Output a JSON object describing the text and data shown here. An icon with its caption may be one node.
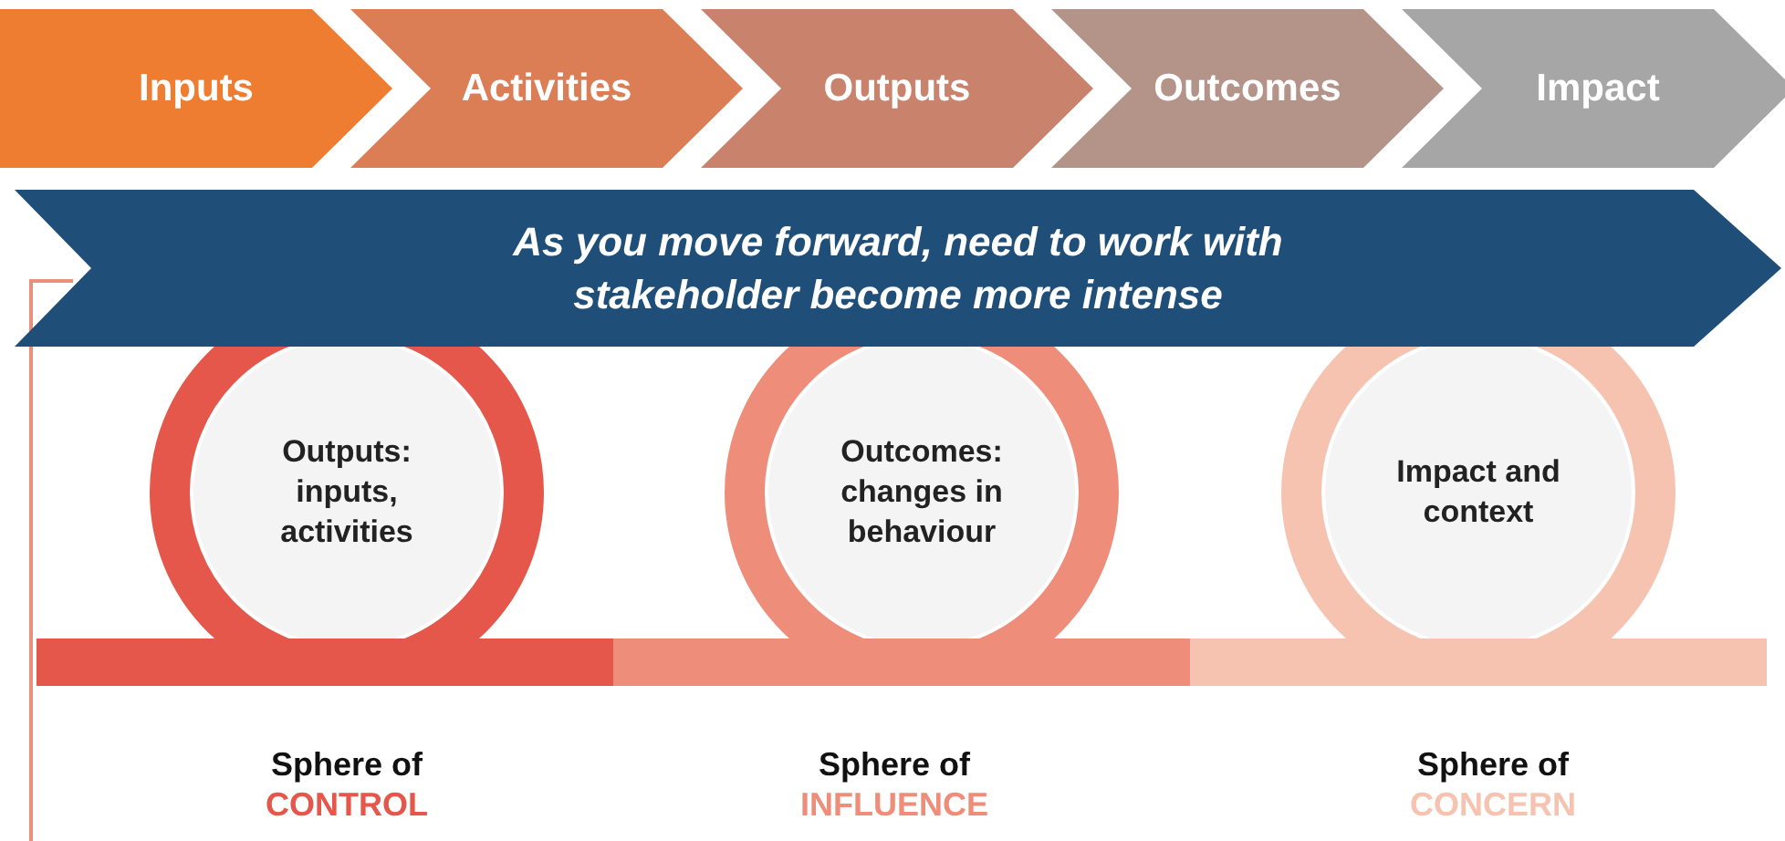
{
  "diagram": {
    "nodes": [
      {
        "text": [
          "Inputs"
        ]
      },
      {
        "text": [
          "Activities"
        ]
      },
      {
        "text": [
          "Outputs"
        ]
      },
      {
        "text": [
          "Outcomes"
        ]
      },
      {
        "text": [
          "Impact"
        ]
      },
      {
        "text": [
          "As you move forward, need to work with stakeholder become more intense"
        ]
      },
      {
        "text": [
          "Outputs: inputs, activities"
        ],
        "beside": [
          "Sphere of",
          "CONTROL"
        ]
      },
      {
        "text": [
          "Outcomes: changes in behaviour"
        ],
        "beside": [
          "Sphere of",
          "INFLUENCE"
        ]
      },
      {
        "text": [
          "Impact and context"
        ],
        "beside": [
          "Sphere of",
          "CONCERN"
        ]
      }
    ],
    "edges": []
  }
}
